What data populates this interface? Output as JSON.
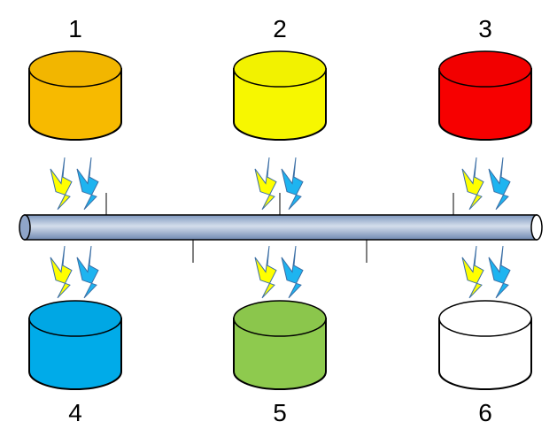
{
  "nodes": [
    {
      "label": "1",
      "color": "#FFC000",
      "row": "top",
      "col": 0
    },
    {
      "label": "2",
      "color": "#FFFF00",
      "row": "top",
      "col": 1
    },
    {
      "label": "3",
      "color": "#FF0000",
      "row": "top",
      "col": 2
    },
    {
      "label": "4",
      "color": "#00B0F0",
      "row": "bottom",
      "col": 0
    },
    {
      "label": "5",
      "color": "#92D050",
      "row": "bottom",
      "col": 1
    },
    {
      "label": "6",
      "color": "#FFFFFF",
      "row": "bottom",
      "col": 2
    }
  ],
  "bolt_colors": {
    "yellow": "#FFFF00",
    "blue": "#1EB4F0",
    "outline": "#3A6EA5"
  },
  "bus_color": "#9DB3D3"
}
